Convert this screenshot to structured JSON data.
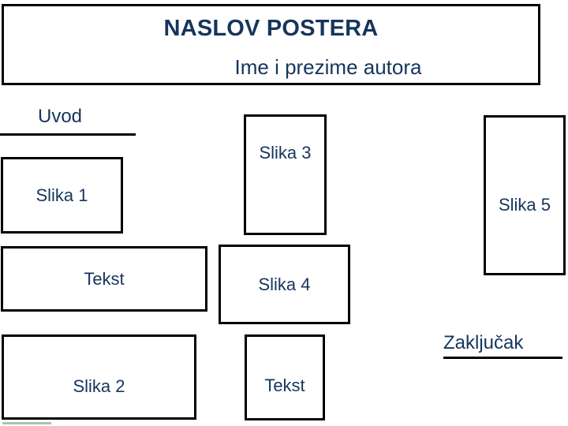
{
  "header": {
    "title": "NASLOV POSTERA",
    "author": "Ime i prezime autora"
  },
  "sections": [
    {
      "id": "uvod",
      "label": "Uvod"
    },
    {
      "id": "zakljucak",
      "label": "Zaključak"
    }
  ],
  "boxes": [
    {
      "id": "slika1",
      "label": "Slika 1",
      "kind": "image-placeholder"
    },
    {
      "id": "slika3",
      "label": "Slika 3",
      "kind": "image-placeholder"
    },
    {
      "id": "slika5",
      "label": "Slika 5",
      "kind": "image-placeholder"
    },
    {
      "id": "tekst1",
      "label": "Tekst",
      "kind": "text-placeholder"
    },
    {
      "id": "slika4",
      "label": "Slika 4",
      "kind": "image-placeholder"
    },
    {
      "id": "slika2",
      "label": "Slika 2",
      "kind": "image-placeholder"
    },
    {
      "id": "tekst2",
      "label": "Tekst",
      "kind": "text-placeholder"
    }
  ],
  "colors": {
    "text": "#16355C",
    "border": "#000000",
    "background": "#FFFFFF",
    "footer_mark": "#9BB89B"
  }
}
